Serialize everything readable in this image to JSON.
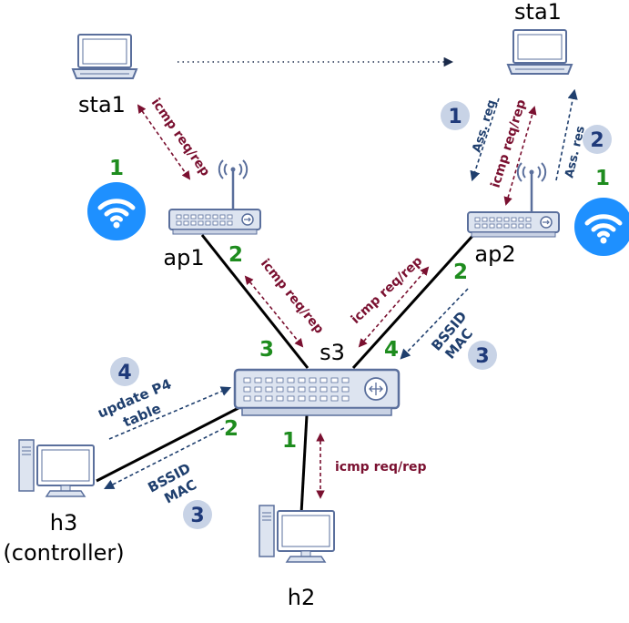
{
  "nodes": {
    "sta1_left": "sta1",
    "sta1_right": "sta1",
    "ap1": "ap1",
    "ap2": "ap2",
    "s3": "s3",
    "h2": "h2",
    "h3": "h3",
    "h3_sub": "(controller)"
  },
  "ports": {
    "ap1_wifi": "1",
    "ap2_wifi": "1",
    "ap1_s3": "2",
    "ap2_s3": "2",
    "s3_ap1": "3",
    "s3_ap2": "4",
    "s3_h3": "2",
    "s3_h2": "1"
  },
  "steps": {
    "assoc_req": "1",
    "assoc_res": "2",
    "bssid_ap2": "3",
    "bssid_h3": "3",
    "update": "4"
  },
  "messages": {
    "icmp_sta1_ap1": "icmp req/rep",
    "icmp_ap1_s3": "icmp req/rep",
    "icmp_s3_ap2": "icmp req/rep",
    "icmp_ap2_sta1": "icmp req/rep",
    "icmp_s3_h2": "icmp req/rep",
    "ass_req": "Ass. req",
    "ass_res": "Ass. res",
    "bssid_ap2_line1": "BSSID",
    "bssid_ap2_line2": "MAC",
    "bssid_h3_line1": "BSSID",
    "bssid_h3_line2": "MAC",
    "update_line1": "update P4",
    "update_line2": "table"
  },
  "colors": {
    "wifi_badge": "#1e90ff",
    "port_number": "#1e8c1e",
    "step_number": "#1f3a7a",
    "step_circle": "#c8d3e6",
    "icmp_arrow": "#7a1030",
    "control_arrow": "#1f3f6e",
    "device_outline": "#5a6f9c",
    "device_fill": "#dde4f0"
  }
}
